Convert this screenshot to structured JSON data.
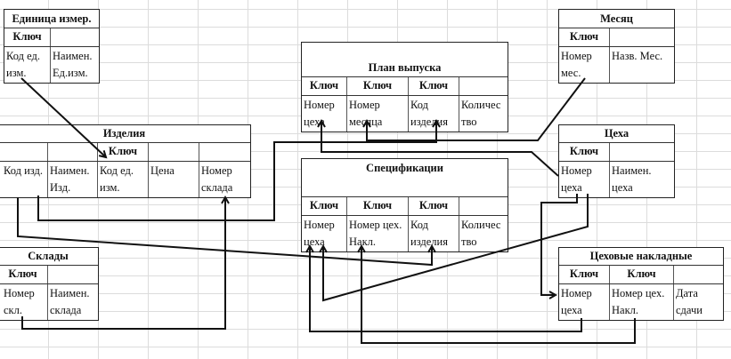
{
  "tables": {
    "units": {
      "title": "Единица измер.",
      "keys": [
        "Ключ",
        ""
      ],
      "fields": [
        "Код ед. изм.",
        "Наимен. Ед.изм."
      ]
    },
    "plan": {
      "title": "План выпуска",
      "keys": [
        "Ключ",
        "Ключ",
        "Ключ",
        ""
      ],
      "fields": [
        "Номер цеха",
        "Номер месяца",
        "Код изделия",
        "Количес тво"
      ]
    },
    "month": {
      "title": "Месяц",
      "keys": [
        "Ключ",
        ""
      ],
      "fields": [
        "Номер мес.",
        "Назв. Мес."
      ]
    },
    "products": {
      "title": "Изделия",
      "keys": [
        "",
        "",
        "Ключ",
        "",
        ""
      ],
      "fields": [
        "Код изд.",
        "Наимен. Изд.",
        "Код ед. изм.",
        "Цена",
        "Номер склада"
      ]
    },
    "specs": {
      "title": "Спецификации",
      "keys": [
        "Ключ",
        "Ключ",
        "Ключ",
        ""
      ],
      "fields": [
        "Номер цеха",
        "Номер цех. Накл.",
        "Код изделия",
        "Количес тво"
      ]
    },
    "shops": {
      "title": "Цеха",
      "keys": [
        "Ключ",
        ""
      ],
      "fields": [
        "Номер цеха",
        "Наимен. цеха"
      ]
    },
    "warehouses": {
      "title": "Склады",
      "keys": [
        "Ключ",
        ""
      ],
      "fields": [
        "Номер скл.",
        "Наимен. склада"
      ]
    },
    "invoices": {
      "title": "Цеховые накладные",
      "keys": [
        "Ключ",
        "Ключ",
        ""
      ],
      "fields": [
        "Номер цеха",
        "Номер цех. Накл.",
        "Дата сдачи"
      ]
    }
  }
}
